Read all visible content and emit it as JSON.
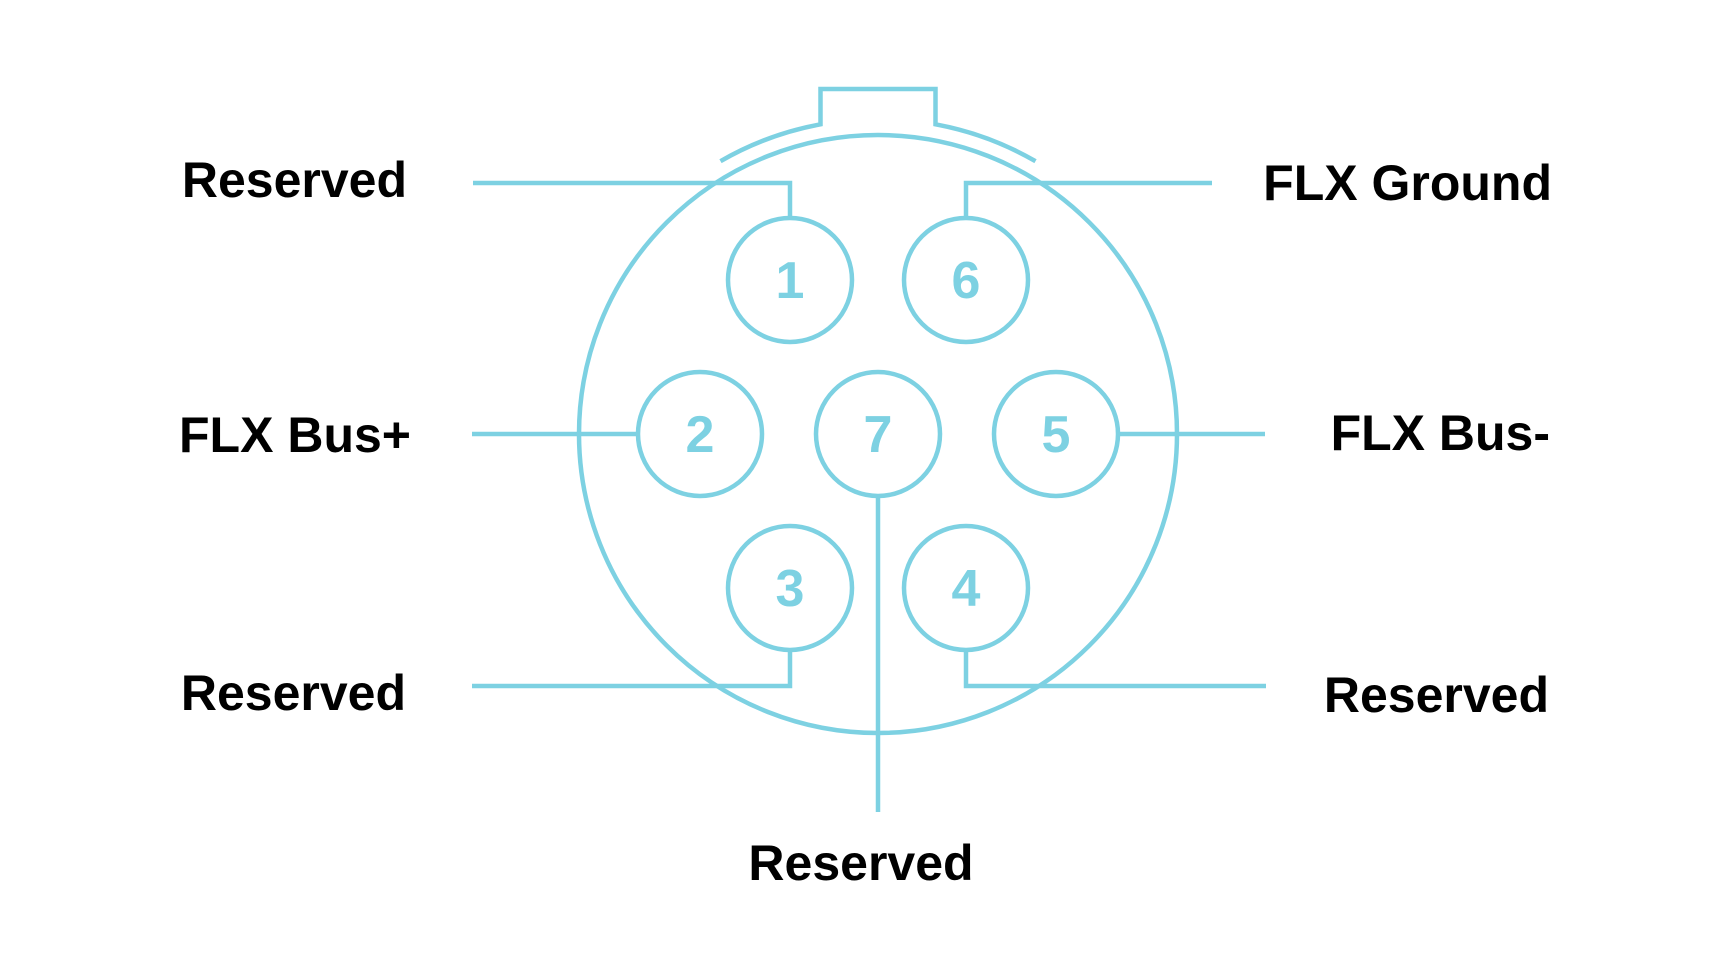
{
  "diagram": {
    "kind": "connector-pinout",
    "colors": {
      "line": "#7dd1e2",
      "text": "#000000",
      "background": "#ffffff"
    },
    "pins": [
      {
        "number": "1",
        "label": "Reserved",
        "position": "top-left"
      },
      {
        "number": "2",
        "label": "FLX Bus+",
        "position": "middle-left"
      },
      {
        "number": "3",
        "label": "Reserved",
        "position": "bottom-left"
      },
      {
        "number": "4",
        "label": "Reserved",
        "position": "bottom-right"
      },
      {
        "number": "5",
        "label": "FLX Bus-",
        "position": "middle-right"
      },
      {
        "number": "6",
        "label": "FLX Ground",
        "position": "top-right"
      },
      {
        "number": "7",
        "label": "Reserved",
        "position": "bottom-center"
      }
    ]
  }
}
